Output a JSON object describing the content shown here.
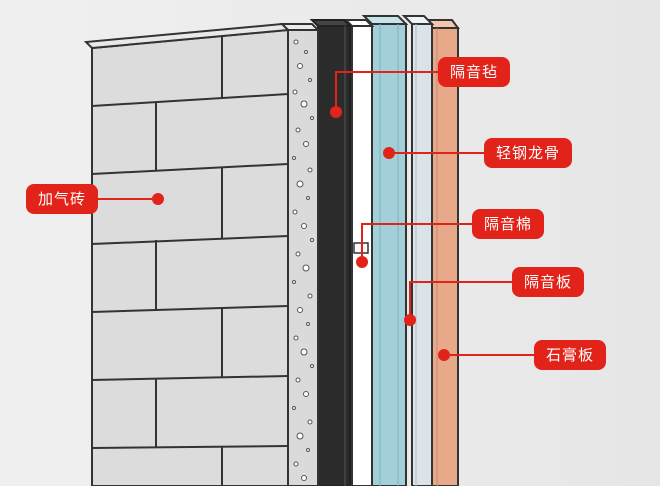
{
  "labels": {
    "aerated_brick": "加气砖",
    "acoustic_felt": "隔音毡",
    "light_steel_keel": "轻钢龙骨",
    "acoustic_cotton": "隔音棉",
    "acoustic_board": "隔音板",
    "gypsum_board": "石膏板"
  },
  "colors": {
    "label_bg": "#e2231a",
    "brick": "#dcdcdc",
    "mortar_strip": "#d9d9d9",
    "felt": "#2b2b2b",
    "keel": "#9fcdd6",
    "acoustic_board": "#d8e4ea",
    "gypsum_board": "#e8a88a"
  }
}
